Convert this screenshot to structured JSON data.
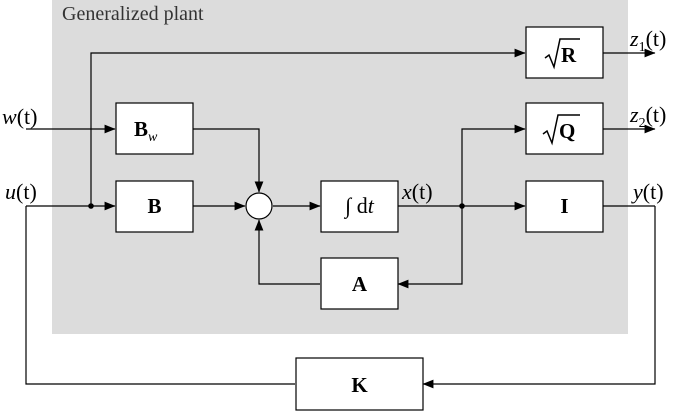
{
  "plant": {
    "title": "Generalized plant",
    "fill_color": "#dcdcdc"
  },
  "blocks": {
    "sqrtR": {
      "radicand": "R"
    },
    "Bw": {
      "main": "B",
      "sub": "w"
    },
    "sqrtQ": {
      "radicand": "Q"
    },
    "B": {
      "label": "B"
    },
    "integrator": {
      "prefix": "∫ d",
      "var": "t"
    },
    "I": {
      "label": "I"
    },
    "A": {
      "label": "A"
    },
    "K": {
      "label": "K"
    }
  },
  "signals": {
    "w": {
      "name": "w",
      "arg": "(t)"
    },
    "u": {
      "name": "u",
      "arg": "(t)"
    },
    "x": {
      "name": "x",
      "arg": "(t)"
    },
    "y": {
      "name": "y",
      "arg": "(t)"
    },
    "z1": {
      "name": "z",
      "sub": "1",
      "arg": "(t)"
    },
    "z2": {
      "name": "z",
      "sub": "2",
      "arg": "(t)"
    }
  }
}
